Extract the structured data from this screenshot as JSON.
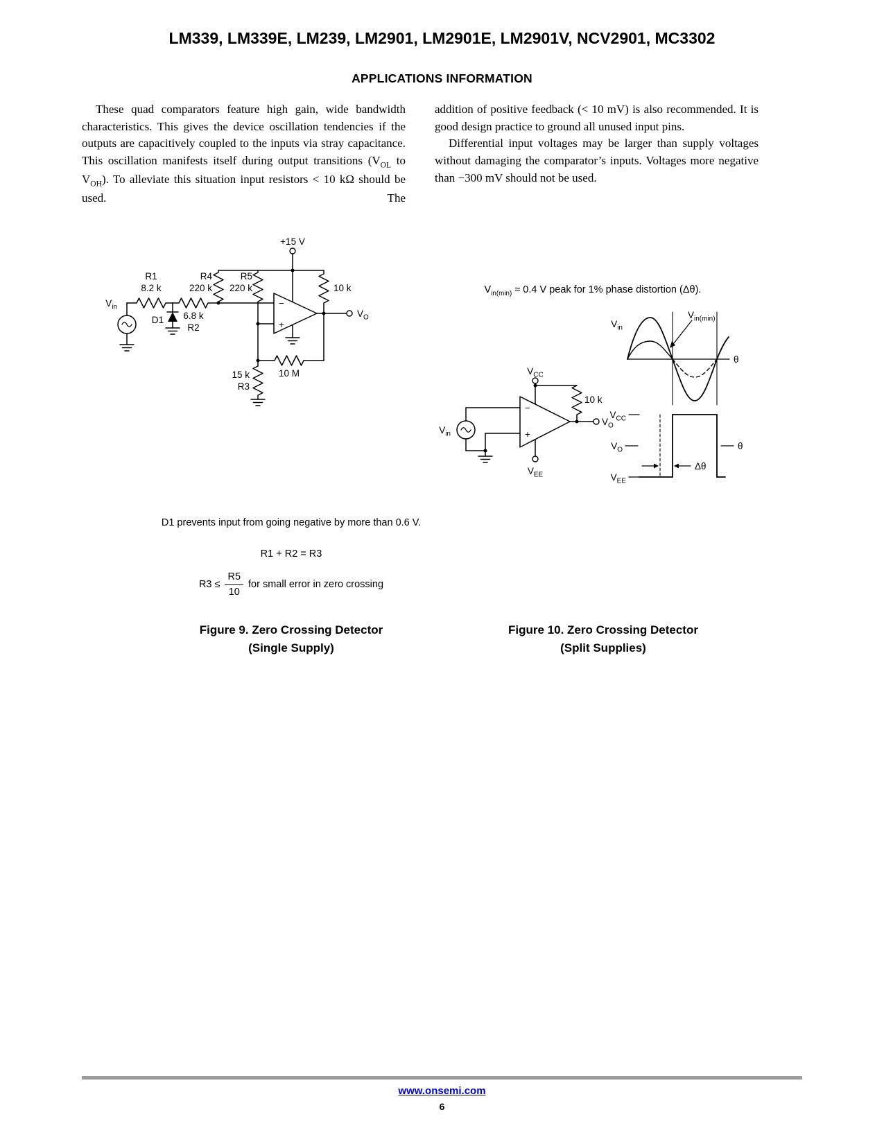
{
  "page": {
    "header_title": "LM339, LM339E, LM239, LM2901, LM2901E, LM2901V, NCV2901, MC3302",
    "section_title": "APPLICATIONS INFORMATION"
  },
  "body": {
    "left": {
      "p1a": "These quad comparators feature high gain, wide bandwidth characteristics. This gives the device oscillation tendencies if the outputs are capacitively coupled to the inputs via stray capacitance. This oscillation manifests itself during output transitions (V",
      "sub1": "OL",
      "p1b": " to V",
      "sub2": "OH",
      "p1c": "). To alleviate this situation input resistors < 10 kΩ should be used. The"
    },
    "right": {
      "p1": "addition of positive feedback (< 10 mV) is also recommended. It is good design practice to ground all unused input pins.",
      "p2": "Differential input voltages may be larger than supply voltages without damaging the comparator’s inputs. Voltages more negative than −300 mV should not be used."
    }
  },
  "fig9": {
    "labels": {
      "supply": "+15 V",
      "r1_name": "R1",
      "r1_val": "8.2 k",
      "r4_name": "R4",
      "r4_val": "220 k",
      "r5_name": "R5",
      "r5_val": "220 k",
      "r10k": "10 k",
      "vin_v": "V",
      "vin_sub": "in",
      "d1": "D1",
      "r2_val": "6.8 k",
      "r2_name": "R2",
      "vo_v": "V",
      "vo_sub": "O",
      "r3_val": "15 k",
      "r3_name": "R3",
      "r10m": "10 M",
      "minus": "−",
      "plus": "+"
    },
    "notes": {
      "note1": "D1 prevents input from going negative by more than 0.6 V.",
      "note2": "R1 + R2 = R3",
      "note3_pre": "R3 ≤",
      "note3_num": "R5",
      "note3_den": "10",
      "note3_post": "for small error in zero crossing"
    },
    "caption1": "Figure 9. Zero Crossing Detector",
    "caption2": "(Single Supply)"
  },
  "fig10": {
    "note": {
      "v": "V",
      "vsub": "in(min)",
      "rest": " ≈ 0.4 V peak for 1% phase distortion (Δθ)."
    },
    "labels": {
      "vin_v": "V",
      "vin_sub": "in",
      "vcc_v": "V",
      "vcc_sub": "CC",
      "vee_v": "V",
      "vee_sub": "EE",
      "r10k": "10 k",
      "vo_v": "V",
      "vo_sub": "O",
      "minus": "−",
      "plus": "+"
    },
    "wave": {
      "vin_v": "V",
      "vin_sub": "in",
      "vinmin_v": "V",
      "vinmin_sub": "in(min)",
      "theta_top": "θ",
      "vcc_v": "V",
      "vcc_sub": "CC",
      "vo_v": "V",
      "vo_sub": "O",
      "vee_v": "V",
      "vee_sub": "EE",
      "theta_bottom": "θ",
      "dtheta": "Δθ"
    },
    "caption1": "Figure 10. Zero Crossing Detector",
    "caption2": "(Split Supplies)"
  },
  "footer": {
    "url": "www.onsemi.com",
    "page_number": "6"
  }
}
